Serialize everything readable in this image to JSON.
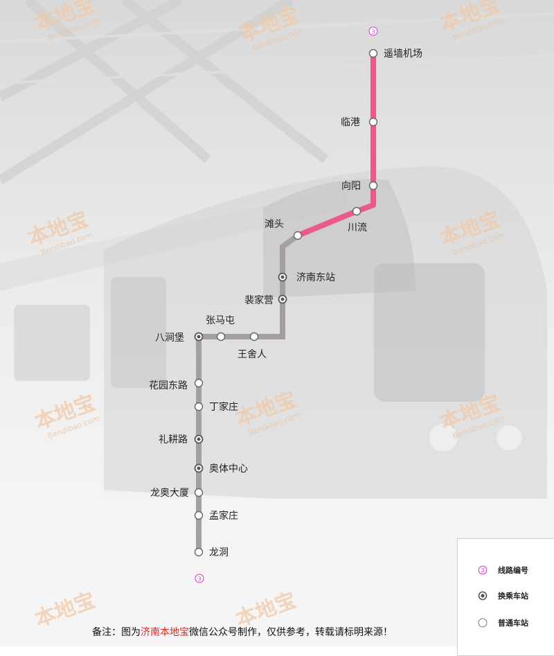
{
  "map": {
    "line_number": "3",
    "colors": {
      "line_upper": "#ea5a8a",
      "line_lower": "#a59fa1",
      "station_fill": "#ffffff",
      "station_stroke": "#666666",
      "transfer_fill": "#555555",
      "terminal_marker": "#d633d0"
    },
    "stations": [
      {
        "name": "遥墙机场",
        "type": "normal"
      },
      {
        "name": "临港",
        "type": "normal"
      },
      {
        "name": "向阳",
        "type": "normal"
      },
      {
        "name": "川流",
        "type": "normal"
      },
      {
        "name": "滩头",
        "type": "normal"
      },
      {
        "name": "济南东站",
        "type": "transfer"
      },
      {
        "name": "裴家营",
        "type": "transfer"
      },
      {
        "name": "王舍人",
        "type": "normal"
      },
      {
        "name": "张马屯",
        "type": "normal"
      },
      {
        "name": "八涧堡",
        "type": "transfer"
      },
      {
        "name": "花园东路",
        "type": "normal"
      },
      {
        "name": "丁家庄",
        "type": "normal"
      },
      {
        "name": "礼耕路",
        "type": "transfer"
      },
      {
        "name": "奥体中心",
        "type": "transfer"
      },
      {
        "name": "龙奥大厦",
        "type": "normal"
      },
      {
        "name": "孟家庄",
        "type": "normal"
      },
      {
        "name": "龙洞",
        "type": "normal"
      }
    ]
  },
  "legend": {
    "line_number_marker": "3",
    "line_number_label": "线路编号",
    "transfer_label": "换乘车站",
    "normal_label": "普通车站"
  },
  "note": {
    "prefix": "备注：图为",
    "highlight": "济南本地宝",
    "suffix": "微信公众号制作，仅供参考，转载请标明来源！"
  },
  "watermark": {
    "brand": "本地宝",
    "site": "Bendibao.com"
  }
}
